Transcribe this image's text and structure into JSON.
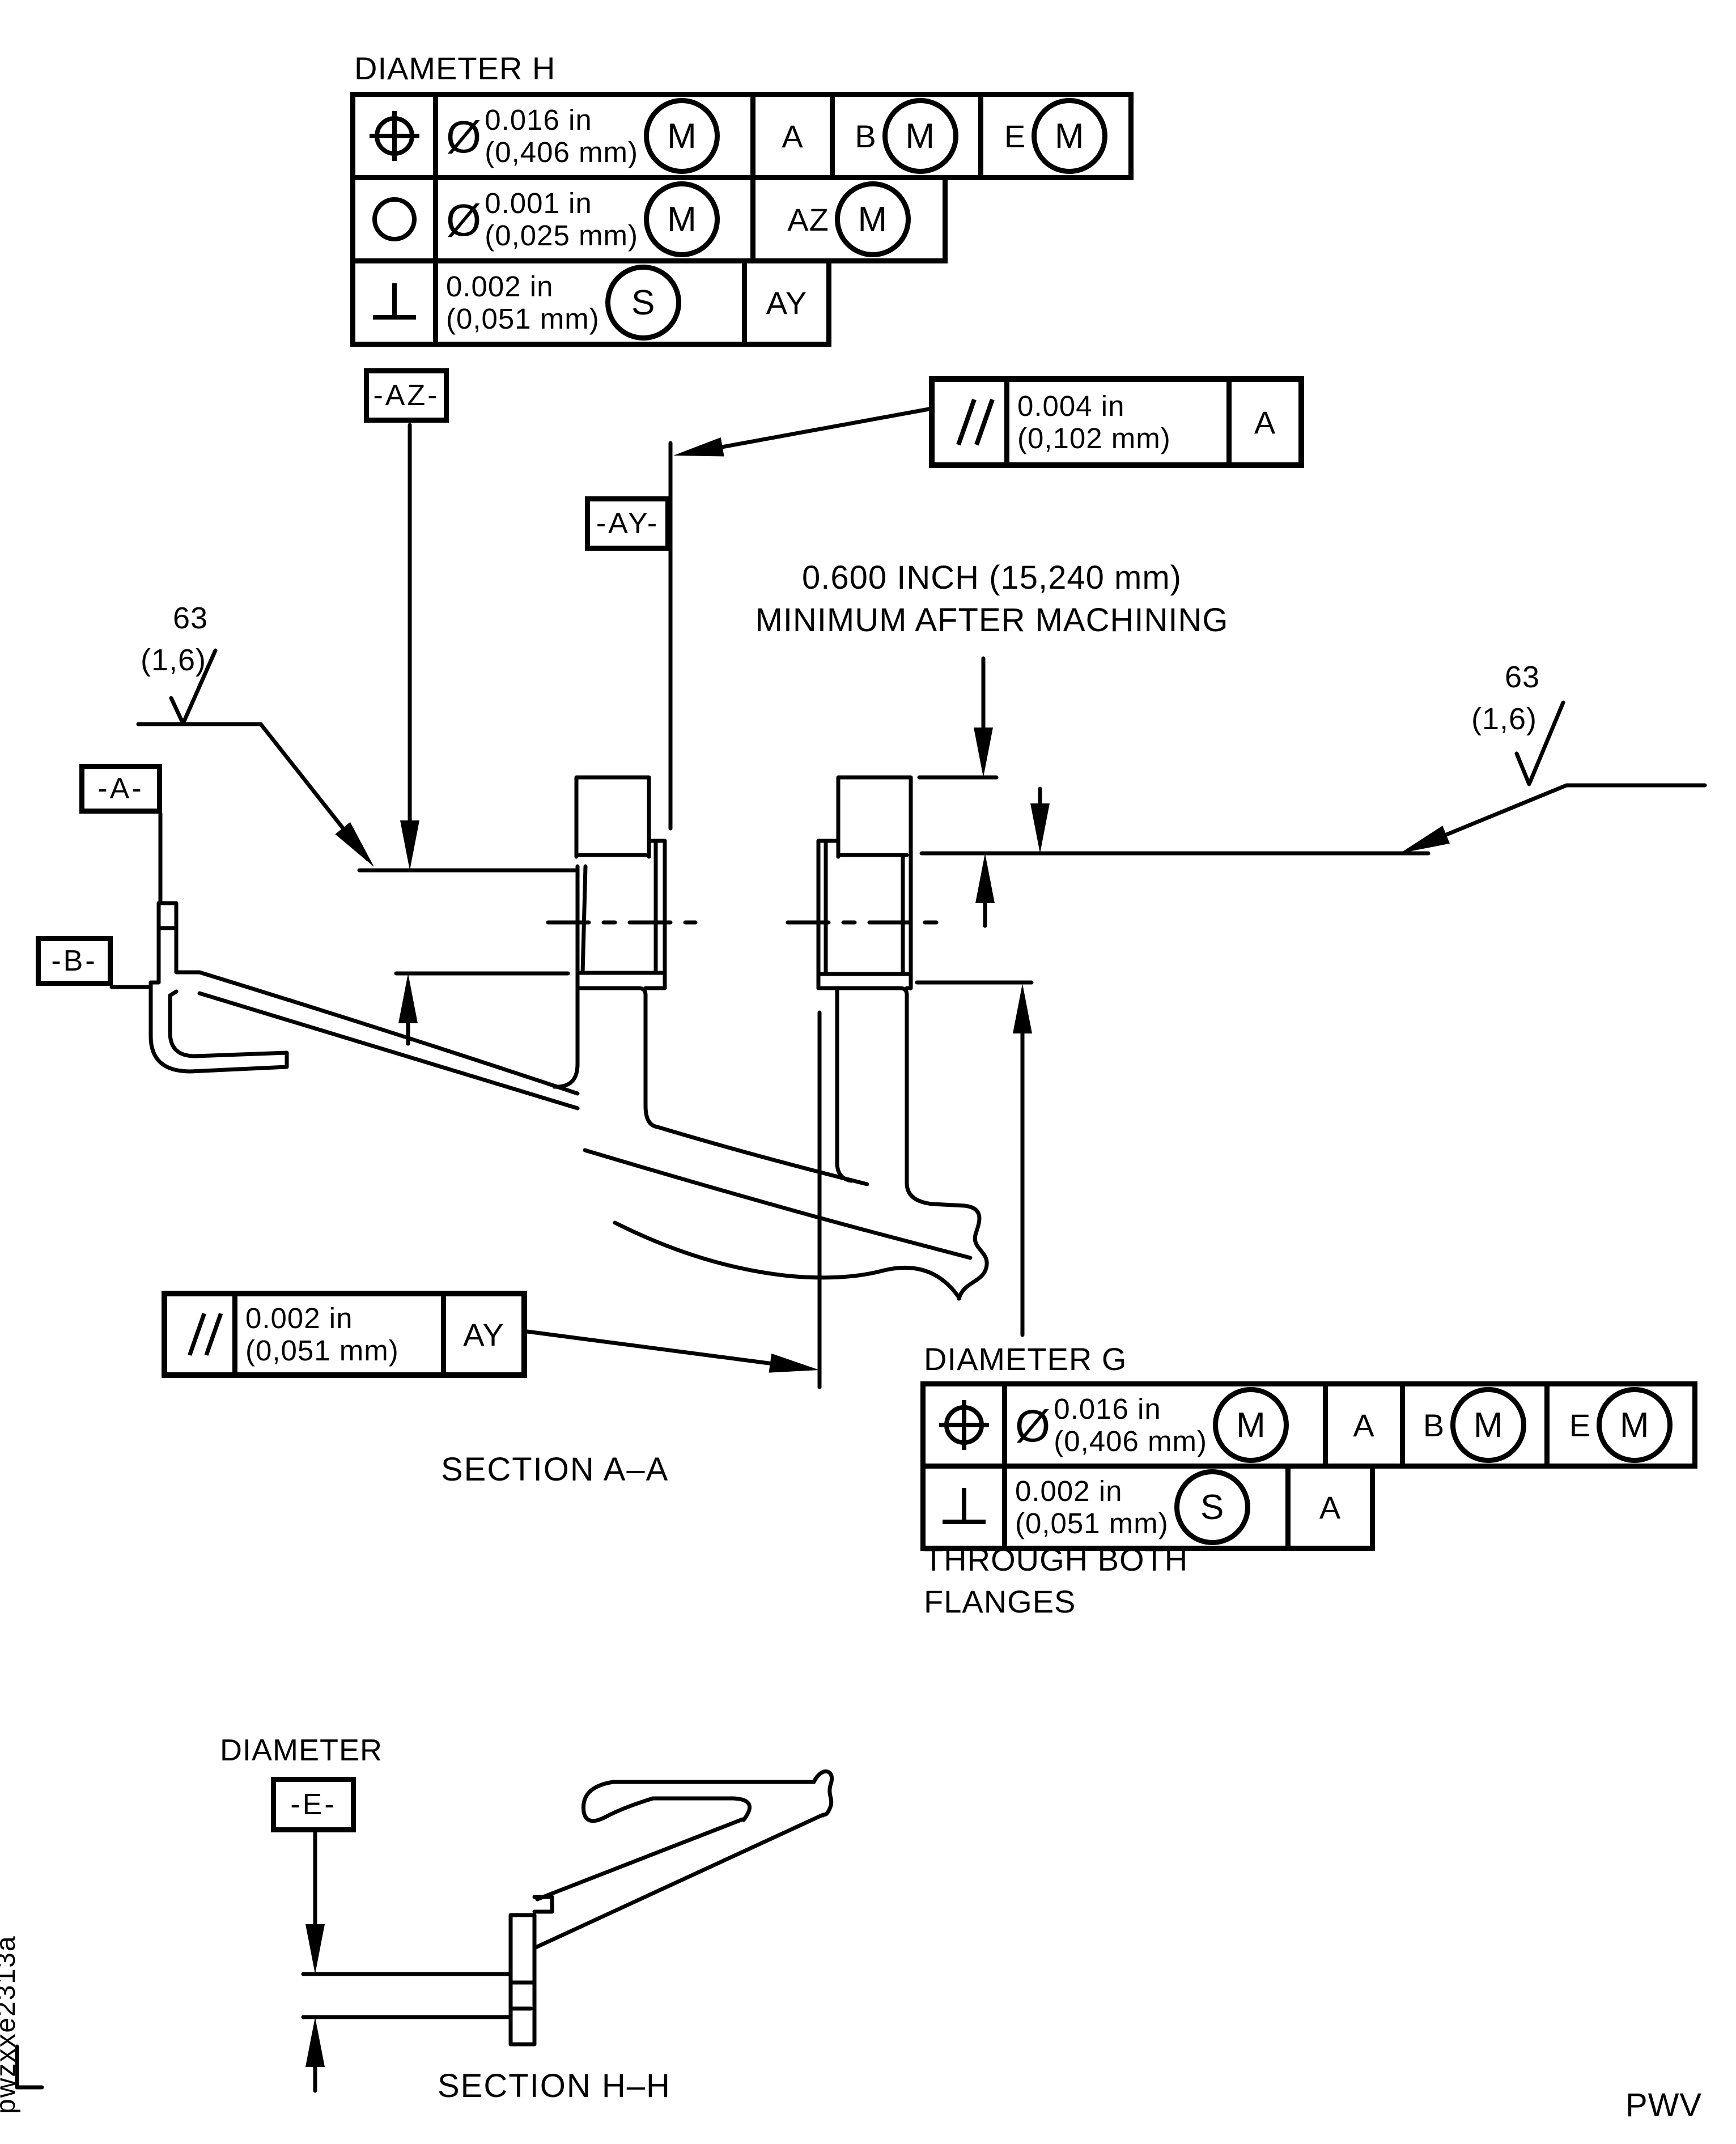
{
  "page": {
    "background": "#ffffff",
    "ink": "#000000",
    "footer_code": "PWV",
    "doc_code": "pwzxxe2313a"
  },
  "fcf_h": {
    "title": "DIAMETER H",
    "rows": [
      {
        "symbol": "position",
        "dia": "Ø",
        "tol": [
          "0.016 in",
          "(0,406 mm)"
        ],
        "tol_mod": "M",
        "datums": [
          {
            "label": "A"
          },
          {
            "label": "B",
            "mod": "M"
          },
          {
            "label": "E",
            "mod": "M"
          }
        ]
      },
      {
        "symbol": "circularity",
        "dia": "Ø",
        "tol": [
          "0.001 in",
          "(0,025 mm)"
        ],
        "tol_mod": "M",
        "datums": [
          {
            "label": "AZ",
            "mod": "M"
          }
        ]
      },
      {
        "symbol": "perpendicularity",
        "dia": "",
        "tol": [
          "0.002 in",
          "(0,051 mm)"
        ],
        "tol_mod": "S",
        "datums": [
          {
            "label": "AY"
          }
        ]
      }
    ]
  },
  "fcf_parallel_top": {
    "symbol": "parallelism",
    "tol": [
      "0.004 in",
      "(0,102 mm)"
    ],
    "datum": "A"
  },
  "fcf_parallel_bottom": {
    "symbol": "parallelism",
    "tol": [
      "0.002 in",
      "(0,051 mm)"
    ],
    "datum": "AY"
  },
  "fcf_g": {
    "title": "DIAMETER G",
    "note": "THROUGH BOTH\nFLANGES",
    "rows": [
      {
        "symbol": "position",
        "dia": "Ø",
        "tol": [
          "0.016 in",
          "(0,406 mm)"
        ],
        "tol_mod": "M",
        "datums": [
          {
            "label": "A"
          },
          {
            "label": "B",
            "mod": "M"
          },
          {
            "label": "E",
            "mod": "M"
          }
        ]
      },
      {
        "symbol": "perpendicularity",
        "dia": "",
        "tol": [
          "0.002 in",
          "(0,051 mm)"
        ],
        "tol_mod": "S",
        "datums": [
          {
            "label": "A"
          }
        ]
      }
    ]
  },
  "datums": {
    "a": "-A-",
    "b": "-B-",
    "az": "-AZ-",
    "ay": "-AY-",
    "e": "-E-"
  },
  "notes": {
    "min_machining": "0.600 INCH (15,240 mm)\nMINIMUM AFTER MACHINING",
    "section_aa": "SECTION A–A",
    "section_hh": "SECTION H–H",
    "diameter_label": "DIAMETER",
    "surface_left": {
      "value": "63",
      "metric": "(1,6)"
    },
    "surface_right": {
      "value": "63",
      "metric": "(1,6)"
    }
  }
}
